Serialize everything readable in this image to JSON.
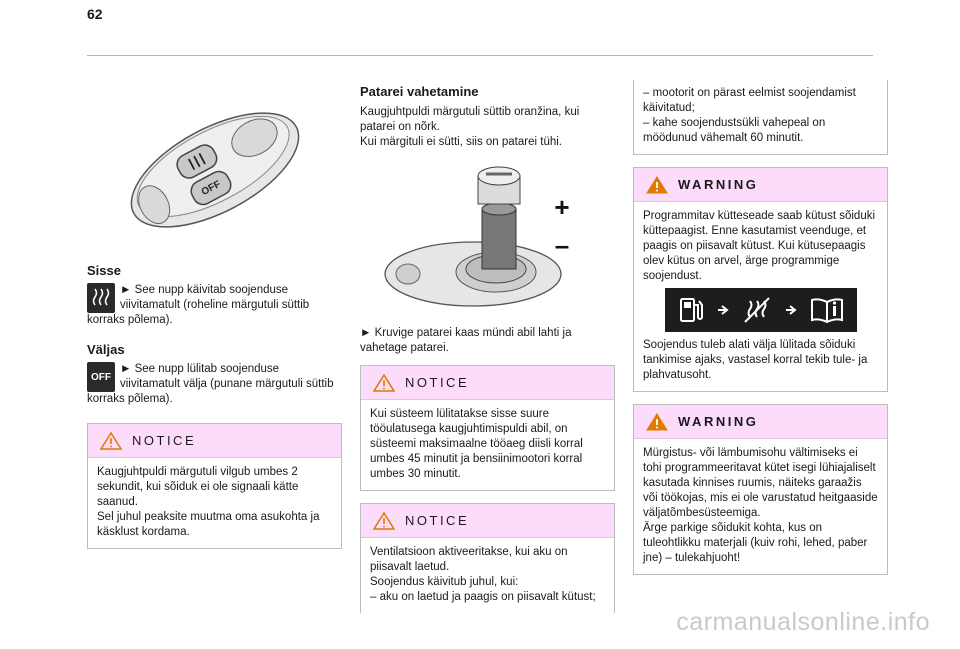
{
  "page": {
    "number": "62"
  },
  "col1": {
    "sisse": {
      "heading": "Sisse",
      "icon": "heater-on-icon",
      "text": "► See nupp käivitab soojenduse viivitamatult (roheline märgutuli süttib korraks põlema)."
    },
    "valjas": {
      "heading": "Väljas",
      "icon_label": "OFF",
      "text": "► See nupp lülitab soojenduse viivitamatult välja (punane märgutuli süttib korraks põlema)."
    },
    "notice": {
      "title": "NOTICE",
      "lines": [
        "Kaugjuhtpuldi märgutuli vilgub umbes 2",
        "sekundit, kui sõiduk ei ole signaali kätte",
        "saanud.",
        "Sel juhul peaksite muutma oma asukohta ja",
        "käsklust kordama."
      ]
    },
    "remote_off_label": "OFF"
  },
  "col2": {
    "heading": "Patarei vahetamine",
    "intro_lines": [
      "Kaugjuhtpuldi märgutuli süttib oranžina, kui",
      "patarei on nõrk.",
      "Kui märgituli ei sütti, siis on patarei tühi."
    ],
    "battery_plus": "+",
    "battery_minus": "–",
    "instruction_lines": [
      "► Kruvige patarei kaas mündi abil lahti ja",
      "vahetage patarei."
    ],
    "notice1": {
      "title": "NOTICE",
      "lines": [
        "Kui süsteem lülitatakse sisse suure",
        "tööulatusega kaugjuhtimispuldi abil, on",
        "süsteemi maksimaalne tööaeg diisli korral",
        "umbes 45 minutit ja bensiinimootori korral",
        "umbes 30 minutit."
      ]
    },
    "notice2": {
      "title": "NOTICE",
      "lines": [
        "Ventilatsioon aktiveeritakse, kui aku on",
        "piisavalt laetud.",
        "Soojendus käivitub juhul, kui:",
        "–  aku on laetud ja paagis on piisavalt kütust;"
      ]
    }
  },
  "col3": {
    "cont_lines": [
      "–  mootorit on pärast eelmist soojendamist",
      "käivitatud;",
      "–  kahe soojendustsükli vahepeal on",
      "möödunud vähemalt 60 minutit."
    ],
    "warning1": {
      "title": "WARNING",
      "lines": [
        "Programmitav kütteseade saab kütust sõiduki",
        "küttepaagist. Enne kasutamist veenduge, et",
        "paagis on piisavalt kütust. Kui kütusepaagis",
        "olev kütus on arvel, ärge programmige",
        "soojendust."
      ],
      "after_lines": [
        "Soojendus tuleb alati välja lülitada sõiduki",
        "tankimise ajaks, vastasel korral tekib tule- ja",
        "plahvatusoht."
      ]
    },
    "warning2": {
      "title": "WARNING",
      "lines": [
        "Mürgistus- või lämbumisohu vältimiseks ei",
        "tohi programmeeritavat kütet isegi lühiajaliselt",
        "kasutada kinnises ruumis, näiteks garaažis",
        "või töökojas, mis ei ole varustatud heitgaaside",
        "väljatõmbesüsteemiga.",
        "Ärge parkige sõidukit kohta, kus on",
        "tuleohtlikku materjali (kuiv rohi, lehed, paber",
        "jne) – tulekahjuoht!"
      ]
    }
  },
  "watermark": "carmanualsonline.info",
  "colors": {
    "notice_header": "#fcdcfa",
    "warn_triangle": "#e07a00",
    "border": "#bdbdbd"
  }
}
